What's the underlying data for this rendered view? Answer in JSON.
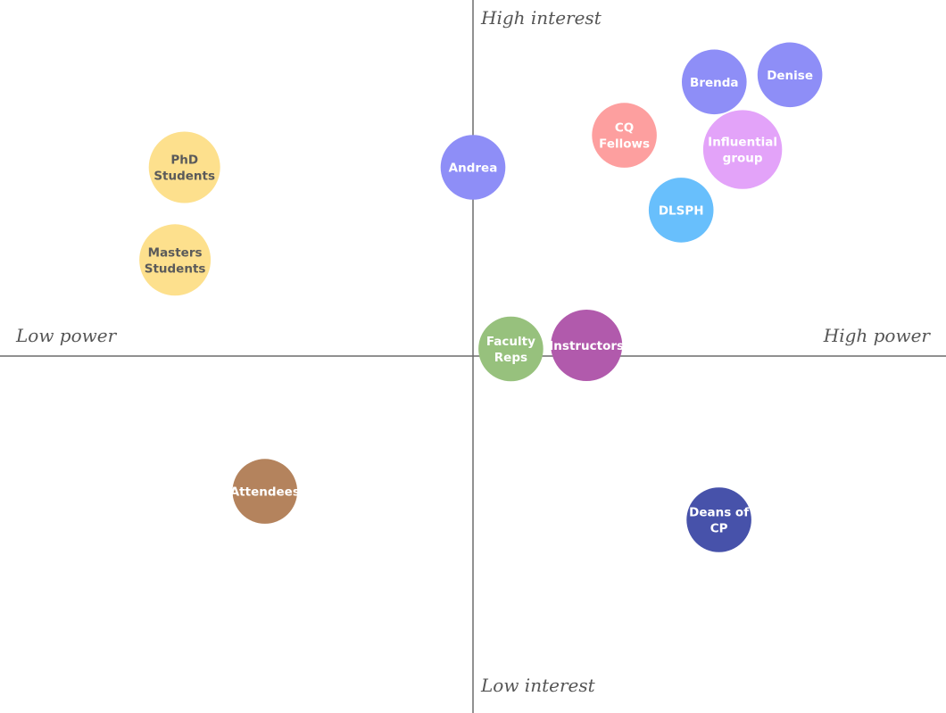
{
  "axes": {
    "y_high_label": "High interest",
    "y_low_label": "Low interest",
    "x_low_label": "Low power",
    "x_high_label": "High power"
  },
  "chart_data": {
    "type": "scatter",
    "title": "",
    "xlabel": "Power",
    "ylabel": "Interest",
    "xlim": [
      -1,
      1
    ],
    "ylim": [
      -1,
      1
    ],
    "grid": false,
    "legend": "none",
    "points": [
      {
        "id": "phd",
        "label": [
          "PhD",
          "Students"
        ],
        "x": -0.61,
        "y": 0.53,
        "size": 0.87,
        "color": "#fde08d",
        "text_color": "#5a5a5a"
      },
      {
        "id": "masters",
        "label": [
          "Masters",
          "Students"
        ],
        "x": -0.63,
        "y": 0.27,
        "size": 0.87,
        "color": "#fde08d",
        "text_color": "#5a5a5a"
      },
      {
        "id": "andrea",
        "label": [
          "Andrea"
        ],
        "x": 0.0,
        "y": 0.53,
        "size": 0.79,
        "color": "#8e8ef7",
        "text_color": "#ffffff"
      },
      {
        "id": "brenda",
        "label": [
          "Brenda"
        ],
        "x": 0.51,
        "y": 0.77,
        "size": 0.79,
        "color": "#8e8ef7",
        "text_color": "#ffffff"
      },
      {
        "id": "denise",
        "label": [
          "Denise"
        ],
        "x": 0.67,
        "y": 0.79,
        "size": 0.79,
        "color": "#8e8ef7",
        "text_color": "#ffffff"
      },
      {
        "id": "cq",
        "label": [
          "CQ",
          "Fellows"
        ],
        "x": 0.32,
        "y": 0.62,
        "size": 0.79,
        "color": "#fd9f9f",
        "text_color": "#ffffff"
      },
      {
        "id": "influential",
        "label": [
          "Influential",
          "group"
        ],
        "x": 0.57,
        "y": 0.58,
        "size": 0.96,
        "color": "#e3a3f9",
        "text_color": "#ffffff"
      },
      {
        "id": "dlsph",
        "label": [
          "DLSPH"
        ],
        "x": 0.44,
        "y": 0.41,
        "size": 0.79,
        "color": "#68bffc",
        "text_color": "#ffffff"
      },
      {
        "id": "faculty",
        "label": [
          "Faculty",
          "Reps"
        ],
        "x": 0.08,
        "y": 0.02,
        "size": 0.79,
        "color": "#97c17d",
        "text_color": "#ffffff"
      },
      {
        "id": "instructors",
        "label": [
          "Instructors"
        ],
        "x": 0.24,
        "y": 0.03,
        "size": 0.87,
        "color": "#b15aac",
        "text_color": "#ffffff"
      },
      {
        "id": "attendees",
        "label": [
          "Attendees"
        ],
        "x": -0.44,
        "y": -0.38,
        "size": 0.79,
        "color": "#b4835d",
        "text_color": "#ffffff"
      },
      {
        "id": "deans",
        "label": [
          "Deans of",
          "CP"
        ],
        "x": 0.52,
        "y": -0.46,
        "size": 0.79,
        "color": "#4752aa",
        "text_color": "#ffffff"
      }
    ]
  }
}
